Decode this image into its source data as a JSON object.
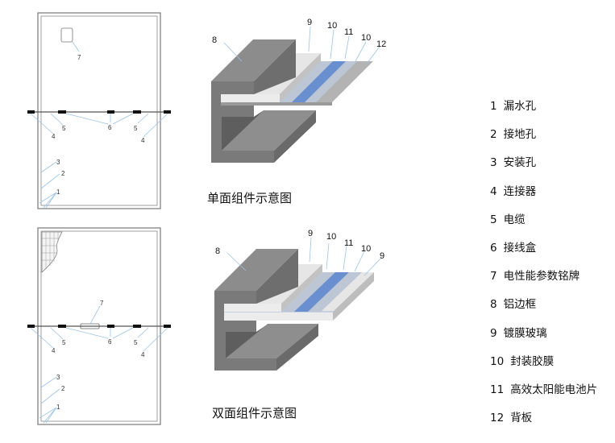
{
  "panels": {
    "single": {
      "caption": "单面组件示意图",
      "back_labels": {
        "l1": "1",
        "l2": "2",
        "l3": "3",
        "l4a": "4",
        "l4b": "4",
        "l5a": "5",
        "l5b": "5",
        "l6": "6",
        "l7": "7"
      },
      "section_labels": [
        "8",
        "9",
        "10",
        "11",
        "10",
        "12"
      ]
    },
    "double": {
      "caption": "双面组件示意图",
      "back_labels": {
        "l1": "1",
        "l2": "2",
        "l3": "3",
        "l4a": "4",
        "l4b": "4",
        "l5a": "5",
        "l5b": "5",
        "l6": "6",
        "l7": "7"
      },
      "section_labels": [
        "8",
        "9",
        "10",
        "11",
        "10",
        "9"
      ]
    }
  },
  "legend": [
    {
      "num": "1",
      "text": "漏水孔"
    },
    {
      "num": "2",
      "text": "接地孔"
    },
    {
      "num": "3",
      "text": "安装孔"
    },
    {
      "num": "4",
      "text": "连接器"
    },
    {
      "num": "5",
      "text": "电缆"
    },
    {
      "num": "6",
      "text": "接线盒"
    },
    {
      "num": "7",
      "text": "电性能参数铭牌"
    },
    {
      "num": "8",
      "text": "铝边框"
    },
    {
      "num": "9",
      "text": "镀膜玻璃"
    },
    {
      "num": "10",
      "text": "封装胶膜"
    },
    {
      "num": "11",
      "text": "高效太阳能电池片"
    },
    {
      "num": "12",
      "text": "背板"
    }
  ],
  "colors": {
    "cell": "#6a8fd0",
    "eva": "#bcc6d4",
    "frame": "#7a7a7a",
    "leader": "#9cc3e6"
  }
}
